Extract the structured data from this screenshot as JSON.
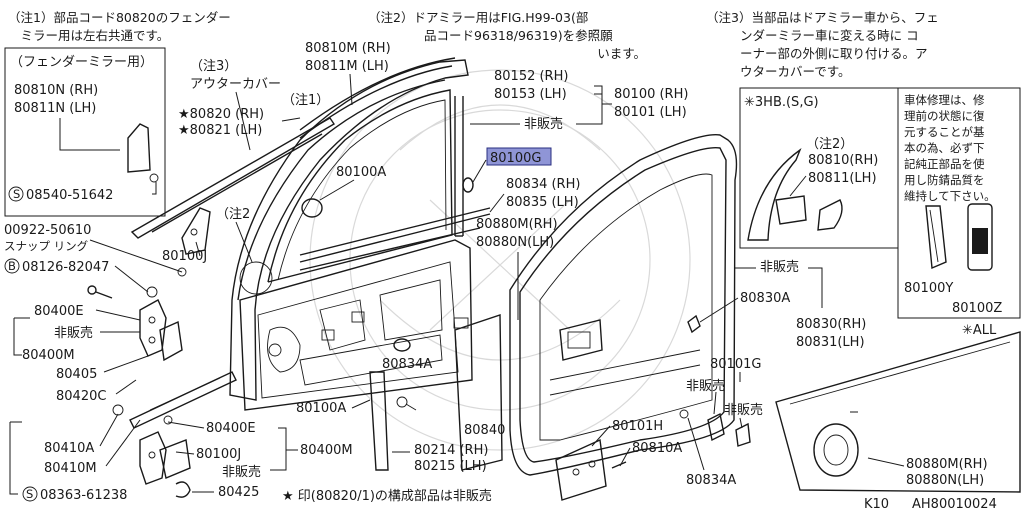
{
  "notes": {
    "note1": [
      "（注1）部品コード80820のフェンダー",
      "　ミラー用は左右共通です。"
    ],
    "note2": [
      "（注2）ドアミラー用はFIG.H99-03(部",
      "品コード96318/96319)を参照願",
      "います。"
    ],
    "note3": [
      "（注3）当部品はドアミラー車から、フェ",
      "ンダーミラー車に変える時に コ",
      "ーナー部の外側に取り付ける。ア",
      "ウターカバーです。"
    ]
  },
  "fender_box": {
    "title": "（フェンダーミラー用）",
    "parts": [
      "80810N (RH)",
      "80811N (LH)"
    ],
    "screw": "08540-51642"
  },
  "labels": {
    "p80810M": "80810M (RH)",
    "p80811M": "80811M (LH)",
    "note3_ref": "（注3）",
    "outer_cover": "アウターカバー",
    "note1_ref": "（注1）",
    "p80820": "★80820 (RH)",
    "p80821": "★80821 (LH)",
    "p80152": "80152 (RH)",
    "p80153": "80153 (LH)",
    "p80100": "80100 (RH)",
    "p80101": "80101 (LH)",
    "not_sold_1": "非販売",
    "p80100A_top": "80100A",
    "p80100G": "80100G",
    "p80834": "80834 (RH)",
    "p80835": "80835 (LH)",
    "p00922": "00922-50610",
    "snap_ring": "スナップ リング",
    "p08126": "08126-82047",
    "note2_ref": "（注2",
    "p80100J_top": "80100J",
    "p80880M": "80880M(RH)",
    "p80880N": "80880N(LH)",
    "p80400E_top": "80400E",
    "not_sold_2": "非販売",
    "p80400M_left": "80400M",
    "p80405": "80405",
    "p80420C": "80420C",
    "p80834A_mid": "80834A",
    "p80100A_bot": "80100A",
    "p80410A": "80410A",
    "p80410M": "80410M",
    "p80400E_bot": "80400E",
    "p80100J_bot": "80100J",
    "p80400M_bot": "80400M",
    "not_sold_3": "非販売",
    "p08363": "08363-61238",
    "p80425": "80425",
    "p80214": "80214 (RH)",
    "p80215": "80215 (LH)",
    "p80840": "80840",
    "p80101H": "80101H",
    "p80810A": "80810A",
    "p80834A_bot": "80834A",
    "p80101G": "80101G",
    "not_sold_4": "非販売",
    "not_sold_5": "非販売",
    "not_sold_6": "非販売",
    "p80830A": "80830A",
    "p80830": "80830(RH)",
    "p80831": "80831(LH)",
    "footnote": "★ 印(80820/1)の構成部品は非販売"
  },
  "hb_box": {
    "title": "✳3HB.(S,G)",
    "note2_ref": "（注2）",
    "parts": [
      "80810(RH)",
      "80811(LH)"
    ]
  },
  "repair_box": {
    "text": [
      "車体修理は、修",
      "理前の状態に復",
      "元することが基",
      "本の為、必ず下",
      "記純正部品を使",
      "用し防錆品質を",
      "維持して下さい。"
    ],
    "p80100Y": "80100Y",
    "p80100Z": "80100Z"
  },
  "all_box": {
    "title": "✳ALL",
    "parts": [
      "80880M(RH)",
      "80880N(LH)"
    ]
  },
  "footer": {
    "page": "K10",
    "code": "AH80010024"
  }
}
